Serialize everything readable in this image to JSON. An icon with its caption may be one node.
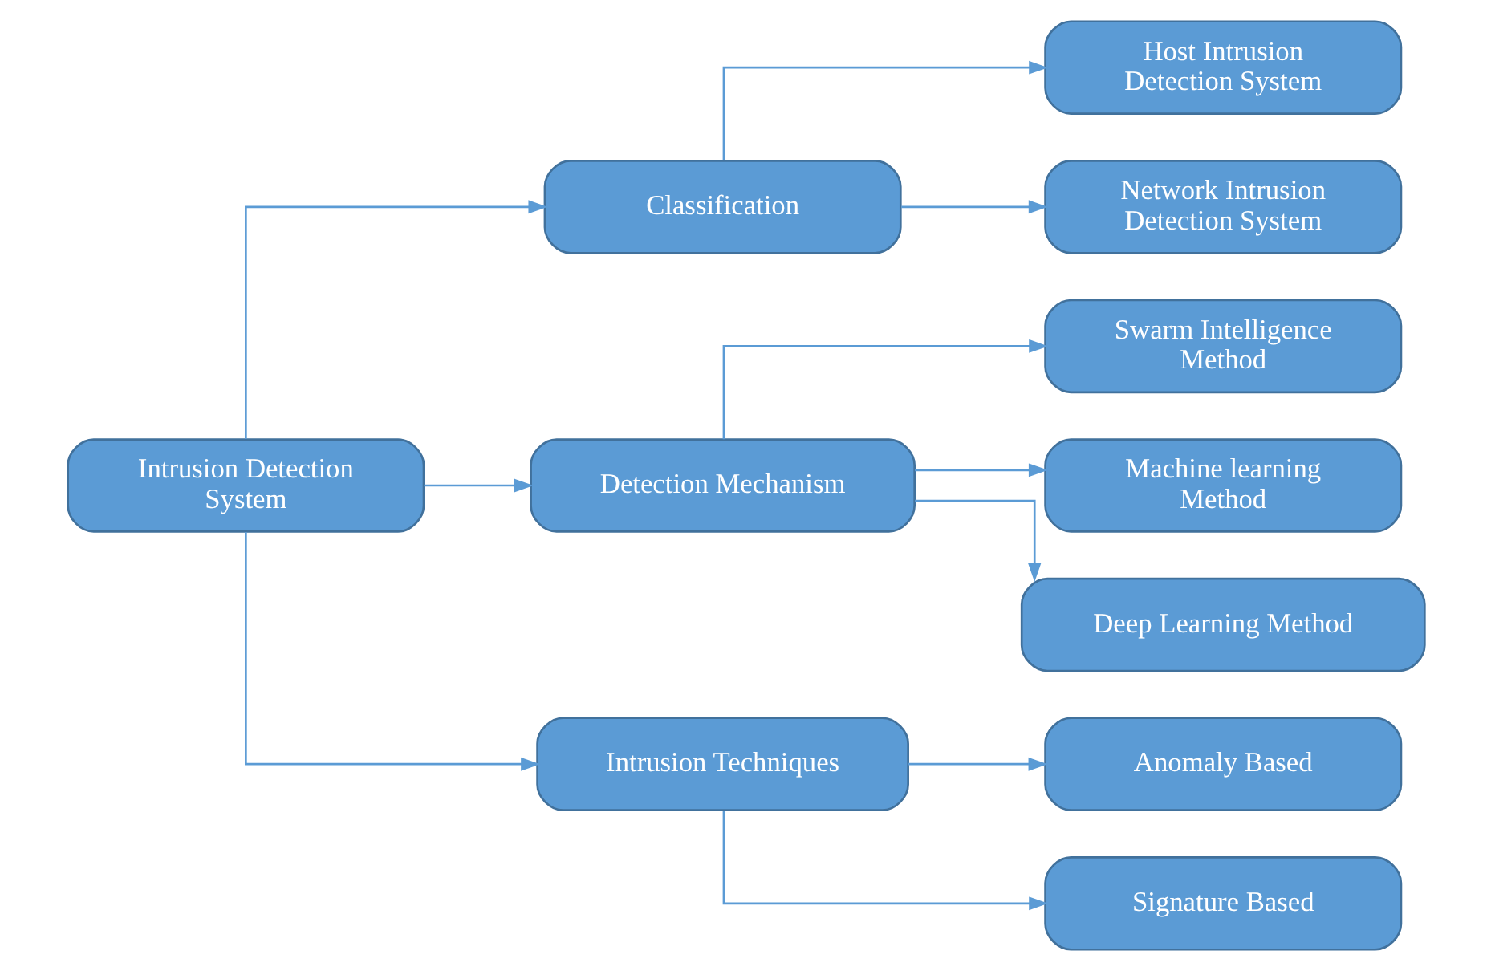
{
  "diagram": {
    "nodes": [
      {
        "text": [
          "Intrusion Detection System"
        ]
      },
      {
        "text": [
          "Classification"
        ]
      },
      {
        "text": [
          "Host Intrusion Detection System"
        ]
      },
      {
        "text": [
          "Network Intrusion Detection System"
        ]
      },
      {
        "text": [
          "Detection Mechanism"
        ]
      },
      {
        "text": [
          "Swarm Intelligence Method"
        ]
      },
      {
        "text": [
          "Machine learning Method"
        ]
      },
      {
        "text": [
          "Deep Learning Method"
        ]
      },
      {
        "text": [
          "Intrusion Techniques"
        ]
      },
      {
        "text": [
          "Anomaly Based"
        ]
      },
      {
        "text": [
          "Signature Based"
        ]
      }
    ],
    "edges": [
      {
        "from": 0,
        "to": 1,
        "arrow": "to"
      },
      {
        "from": 0,
        "to": 4,
        "arrow": "to"
      },
      {
        "from": 0,
        "to": 8,
        "arrow": "to"
      },
      {
        "from": 1,
        "to": 2,
        "arrow": "to"
      },
      {
        "from": 1,
        "to": 3,
        "arrow": "to"
      },
      {
        "from": 4,
        "to": 5,
        "arrow": "to"
      },
      {
        "from": 4,
        "to": 6,
        "arrow": "to"
      },
      {
        "from": 4,
        "to": 7,
        "arrow": "to"
      },
      {
        "from": 8,
        "to": 9,
        "arrow": "to"
      },
      {
        "from": 8,
        "to": 10,
        "arrow": "to"
      }
    ]
  }
}
